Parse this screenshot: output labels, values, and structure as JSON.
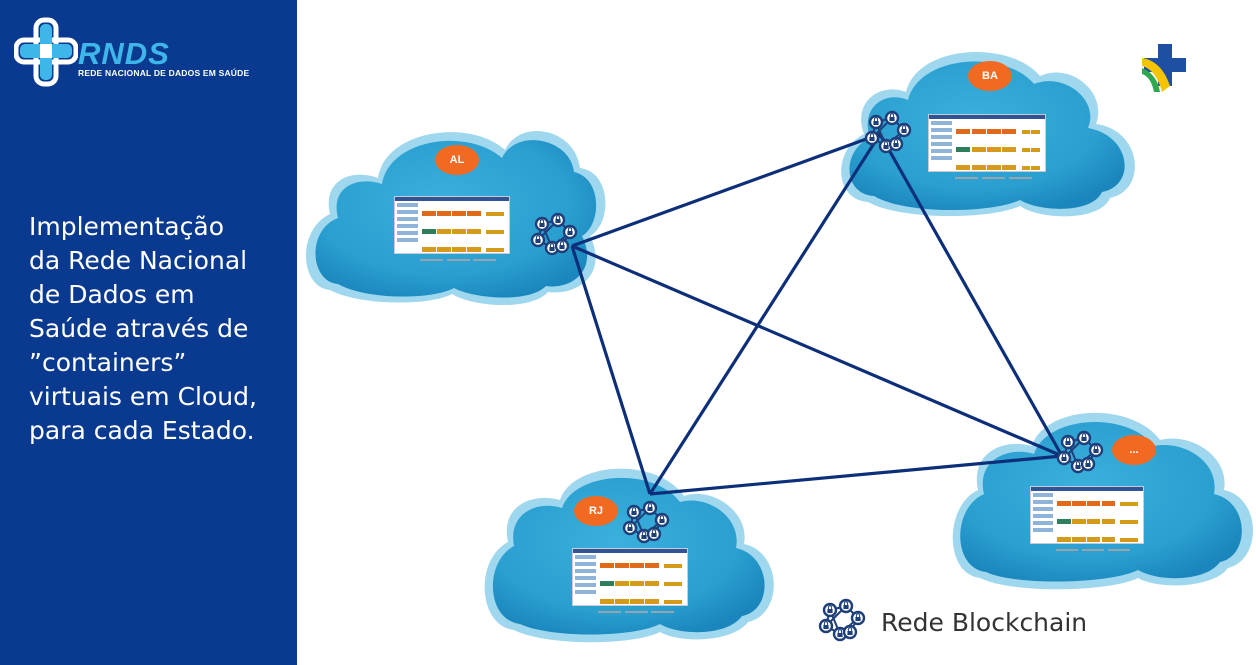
{
  "logo": {
    "word": "RNDS",
    "subtitle": "REDE NACIONAL DE DADOS EM SAÚDE"
  },
  "headline": {
    "lines": [
      "Implementação",
      "da Rede Nacional",
      "de Dados em",
      "Saúde através de",
      "”containers”",
      "virtuais em Cloud,",
      "para cada Estado."
    ]
  },
  "diagram": {
    "clouds": [
      {
        "label": "AL"
      },
      {
        "label": "BA"
      },
      {
        "label": "RJ"
      },
      {
        "label": "..."
      }
    ],
    "legend": {
      "icon": "blockchain-lock-network-icon",
      "label": "Rede Blockchain"
    },
    "colors": {
      "panel": "#0a3a8f",
      "cloud": "#2a9fd0",
      "link": "#0d2f7a",
      "badge": "#f26a22"
    }
  }
}
